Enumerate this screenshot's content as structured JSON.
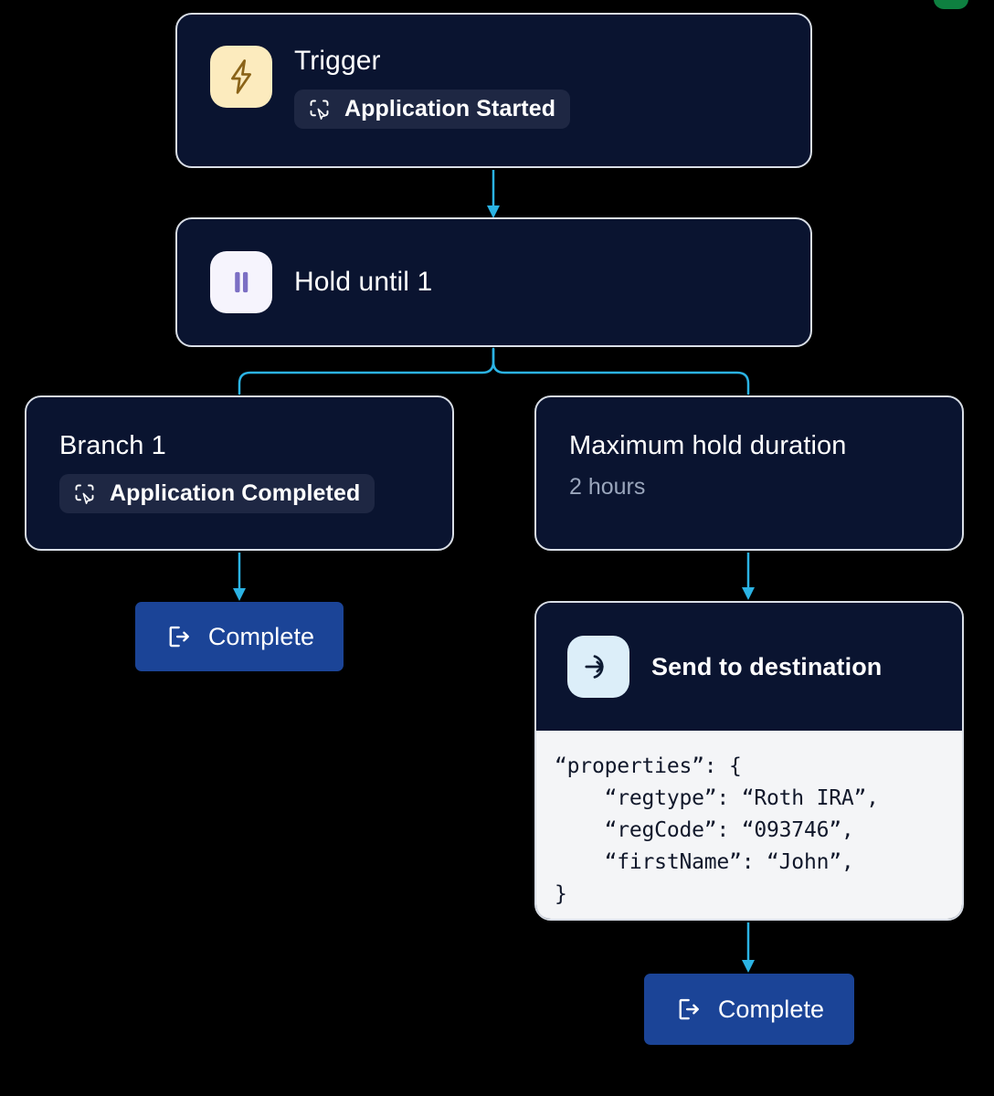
{
  "canvas": {
    "background_color": "#000000",
    "edge_color": "#2BB3E4",
    "node_fill": "#0A1430",
    "node_border": "#D9DEE6"
  },
  "green_chip": {
    "color": "#0E8040"
  },
  "nodes": {
    "trigger": {
      "title": "Trigger",
      "icon": "lightning-bolt-icon",
      "icon_tile_color": "#FCEBBE",
      "badge": {
        "label": "Application Started",
        "icon": "marquee-select-icon",
        "background_color": "#1E2743"
      }
    },
    "hold": {
      "title": "Hold until 1",
      "icon": "pause-icon",
      "icon_tile_color": "#F6F4FD",
      "icon_color": "#7C6FC4"
    },
    "branch": {
      "title": "Branch 1",
      "badge": {
        "label": "Application Completed",
        "icon": "marquee-select-icon",
        "background_color": "#1E2743"
      }
    },
    "max_hold": {
      "title": "Maximum hold duration",
      "subtitle": "2 hours"
    },
    "send_to_destination": {
      "title": "Send to destination",
      "icon": "arrow-into-circle-icon",
      "icon_tile_color": "#DCEEF9",
      "code": "“properties”: {\n    “regtype”: “Roth IRA”,\n    “regCode”: “093746”,\n    “firstName”: “John”,\n}",
      "code_background": "#F4F5F7"
    }
  },
  "buttons": {
    "complete_left": {
      "label": "Complete",
      "icon": "exit-arrow-icon",
      "color": "#1B4497"
    },
    "complete_right": {
      "label": "Complete",
      "icon": "exit-arrow-icon",
      "color": "#1B4497"
    }
  }
}
